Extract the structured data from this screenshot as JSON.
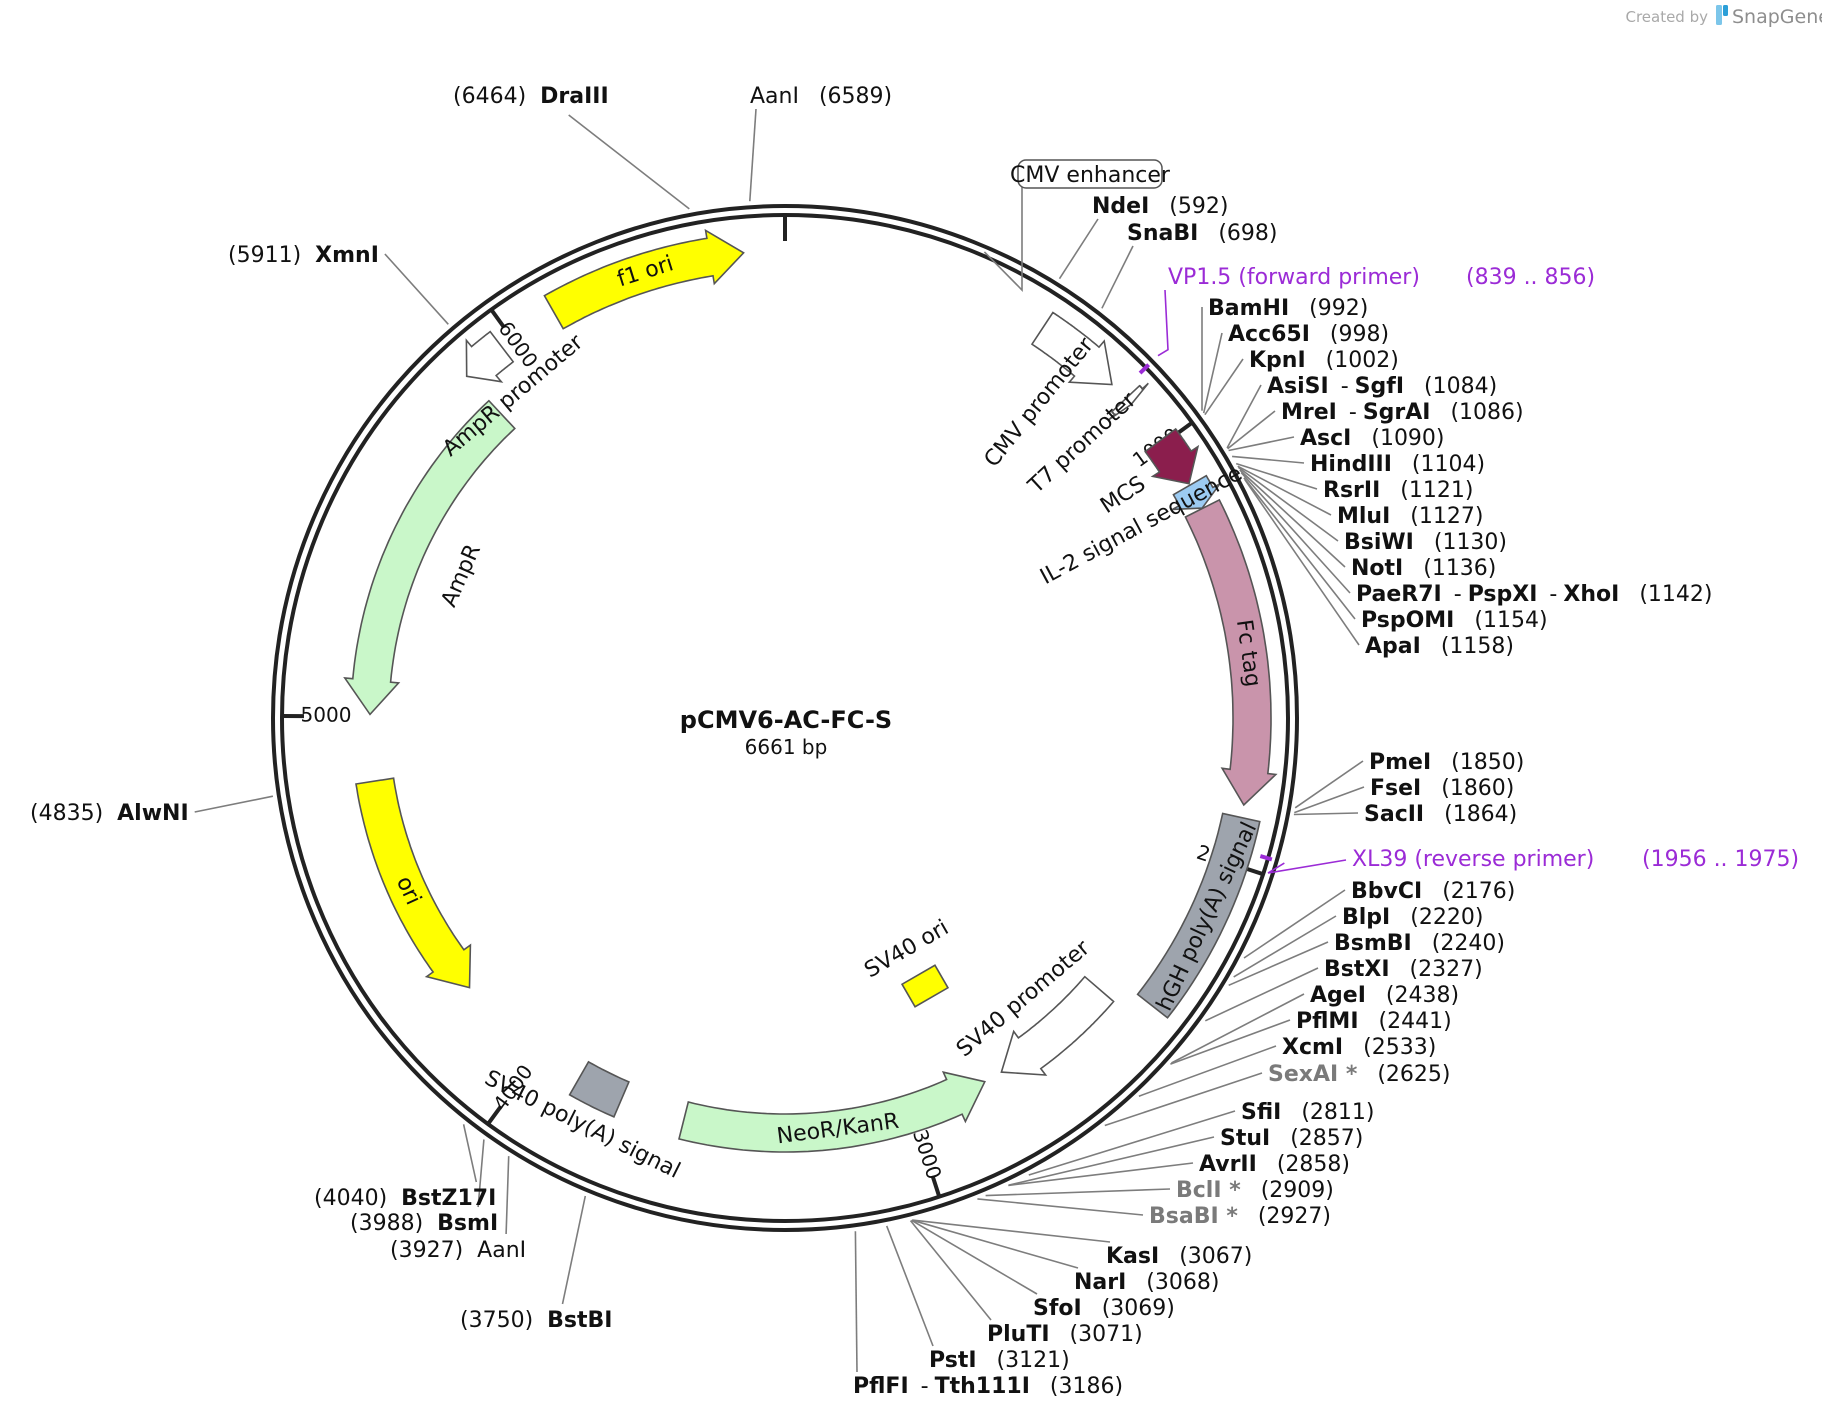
{
  "plasmid": {
    "name": "pCMV6-AC-FC-S",
    "length_text": "6661 bp",
    "length": 6661
  },
  "credit": {
    "prefix": "Created by",
    "brand": "SnapGene",
    "icon": "snapgene-logo-icon"
  },
  "scale_ticks": [
    "1000",
    "2000",
    "3000",
    "4000",
    "5000",
    "6000"
  ],
  "features": [
    {
      "label": "CMV enhancer",
      "start": 239,
      "end": 618,
      "type": "enhancer",
      "color": "#ffffff",
      "direction": 1,
      "boxed": true
    },
    {
      "label": "CMV promoter",
      "start": 619,
      "end": 822,
      "type": "promoter",
      "color": "#ffffff",
      "direction": 1
    },
    {
      "label": "T7 promoter",
      "start": 867,
      "end": 885,
      "type": "promoter",
      "color": "#ffffff",
      "direction": 1
    },
    {
      "label": "MCS",
      "start": 990,
      "end": 1108,
      "type": "misc",
      "color": "#8b1e4d",
      "direction": 1
    },
    {
      "label": "IL-2 signal sequence",
      "start": 1112,
      "end": 1171,
      "type": "signal",
      "color": "#9ccbf2",
      "direction": 1
    },
    {
      "label": "Fc tag",
      "start": 1172,
      "end": 1864,
      "type": "cds",
      "color": "#c994ab",
      "direction": 1
    },
    {
      "label": "hGH poly(A) signal",
      "start": 1893,
      "end": 2370,
      "type": "terminator",
      "color": "#9ea4ad",
      "direction": 0
    },
    {
      "label": "SV40 promoter",
      "start": 2420,
      "end": 2749,
      "type": "promoter",
      "color": "#ffffff",
      "direction": 1
    },
    {
      "label": "NeoR/KanR",
      "start": 2798,
      "end": 3592,
      "type": "cds",
      "color": "#c9f7c9",
      "direction": -1
    },
    {
      "label": "SV40 poly(A) signal",
      "start": 3760,
      "end": 3881,
      "type": "terminator",
      "color": "#9ea4ad",
      "direction": 0
    },
    {
      "label": "ori",
      "start": 4246,
      "end": 4834,
      "type": "origin",
      "color": "#ffff00",
      "direction": -1
    },
    {
      "label": "AmpR",
      "start": 5005,
      "end": 5865,
      "type": "cds",
      "color": "#c9f7c9",
      "direction": -1
    },
    {
      "label": "AmpR promoter",
      "start": 5866,
      "end": 5970,
      "type": "promoter",
      "color": "#ffffff",
      "direction": -1
    },
    {
      "label": "f1 ori",
      "start": 6112,
      "end": 6567,
      "type": "origin",
      "color": "#ffff00",
      "direction": 1
    }
  ],
  "sv40_ori": {
    "label": "SV40 ori",
    "color": "#ffff00"
  },
  "primers": [
    {
      "name": "VP1.5 (forward primer)",
      "range": "(839 .. 856)",
      "position": 848,
      "color": "#9b2bd6"
    },
    {
      "name": "XL39 (reverse primer)",
      "range": "(1956 .. 1975)",
      "position": 1965,
      "color": "#9b2bd6"
    }
  ],
  "sites": [
    {
      "names": [
        "NdeI"
      ],
      "pos": "(592)",
      "bp": 592
    },
    {
      "names": [
        "SnaBI"
      ],
      "pos": "(698)",
      "bp": 698
    },
    {
      "names": [
        "BamHI"
      ],
      "pos": "(992)",
      "bp": 992
    },
    {
      "names": [
        "Acc65I"
      ],
      "pos": "(998)",
      "bp": 998
    },
    {
      "names": [
        "KpnI"
      ],
      "pos": "(1002)",
      "bp": 1002
    },
    {
      "names": [
        "AsiSI",
        "SgfI"
      ],
      "pos": "(1084)",
      "bp": 1084
    },
    {
      "names": [
        "MreI",
        "SgrAI"
      ],
      "pos": "(1086)",
      "bp": 1086
    },
    {
      "names": [
        "AscI"
      ],
      "pos": "(1090)",
      "bp": 1090
    },
    {
      "names": [
        "HindIII"
      ],
      "pos": "(1104)",
      "bp": 1104
    },
    {
      "names": [
        "RsrII"
      ],
      "pos": "(1121)",
      "bp": 1121
    },
    {
      "names": [
        "MluI"
      ],
      "pos": "(1127)",
      "bp": 1127
    },
    {
      "names": [
        "BsiWI"
      ],
      "pos": "(1130)",
      "bp": 1130
    },
    {
      "names": [
        "NotI"
      ],
      "pos": "(1136)",
      "bp": 1136
    },
    {
      "names": [
        "PaeR7I",
        "PspXI",
        "XhoI"
      ],
      "pos": "(1142)",
      "bp": 1142
    },
    {
      "names": [
        "PspOMI"
      ],
      "pos": "(1154)",
      "bp": 1154
    },
    {
      "names": [
        "ApaI"
      ],
      "pos": "(1158)",
      "bp": 1158
    },
    {
      "names": [
        "PmeI"
      ],
      "pos": "(1850)",
      "bp": 1850
    },
    {
      "names": [
        "FseI"
      ],
      "pos": "(1860)",
      "bp": 1860
    },
    {
      "names": [
        "SacII"
      ],
      "pos": "(1864)",
      "bp": 1864
    },
    {
      "names": [
        "BbvCI"
      ],
      "pos": "(2176)",
      "bp": 2176
    },
    {
      "names": [
        "BlpI"
      ],
      "pos": "(2220)",
      "bp": 2220
    },
    {
      "names": [
        "BsmBI"
      ],
      "pos": "(2240)",
      "bp": 2240
    },
    {
      "names": [
        "BstXI"
      ],
      "pos": "(2327)",
      "bp": 2327
    },
    {
      "names": [
        "AgeI"
      ],
      "pos": "(2438)",
      "bp": 2438
    },
    {
      "names": [
        "PflMI"
      ],
      "pos": "(2441)",
      "bp": 2441
    },
    {
      "names": [
        "XcmI"
      ],
      "pos": "(2533)",
      "bp": 2533
    },
    {
      "names": [
        "SexAI *"
      ],
      "pos": "(2625)",
      "bp": 2625,
      "faded": true
    },
    {
      "names": [
        "SfiI"
      ],
      "pos": "(2811)",
      "bp": 2811
    },
    {
      "names": [
        "StuI"
      ],
      "pos": "(2857)",
      "bp": 2857
    },
    {
      "names": [
        "AvrII"
      ],
      "pos": "(2858)",
      "bp": 2858
    },
    {
      "names": [
        "BclI *"
      ],
      "pos": "(2909)",
      "bp": 2909,
      "faded": true
    },
    {
      "names": [
        "BsaBI *"
      ],
      "pos": "(2927)",
      "bp": 2927,
      "faded": true
    },
    {
      "names": [
        "KasI"
      ],
      "pos": "(3067)",
      "bp": 3067
    },
    {
      "names": [
        "NarI"
      ],
      "pos": "(3068)",
      "bp": 3068
    },
    {
      "names": [
        "SfoI"
      ],
      "pos": "(3069)",
      "bp": 3069
    },
    {
      "names": [
        "PluTI"
      ],
      "pos": "(3071)",
      "bp": 3071
    },
    {
      "names": [
        "PstI"
      ],
      "pos": "(3121)",
      "bp": 3121
    },
    {
      "names": [
        "PflFI",
        "Tth111I"
      ],
      "pos": "(3186)",
      "bp": 3186
    },
    {
      "names": [
        "BstBI"
      ],
      "pos": "(3750)",
      "bp": 3750,
      "posFirst": true
    },
    {
      "names": [
        "AanI"
      ],
      "pos": "(3927)",
      "bp": 3927,
      "posFirst": true,
      "plain": true
    },
    {
      "names": [
        "BsmI"
      ],
      "pos": "(3988)",
      "bp": 3988,
      "posFirst": true
    },
    {
      "names": [
        "BstZ17I"
      ],
      "pos": "(4040)",
      "bp": 4040,
      "posFirst": true
    },
    {
      "names": [
        "AlwNI"
      ],
      "pos": "(4835)",
      "bp": 4835,
      "posFirst": true
    },
    {
      "names": [
        "XmnI"
      ],
      "pos": "(5911)",
      "bp": 5911,
      "posFirst": true
    },
    {
      "names": [
        "DraIII"
      ],
      "pos": "(6464)",
      "bp": 6464,
      "posFirst": true
    },
    {
      "names": [
        "AanI"
      ],
      "pos": "(6589)",
      "bp": 6589,
      "plain": true
    }
  ]
}
